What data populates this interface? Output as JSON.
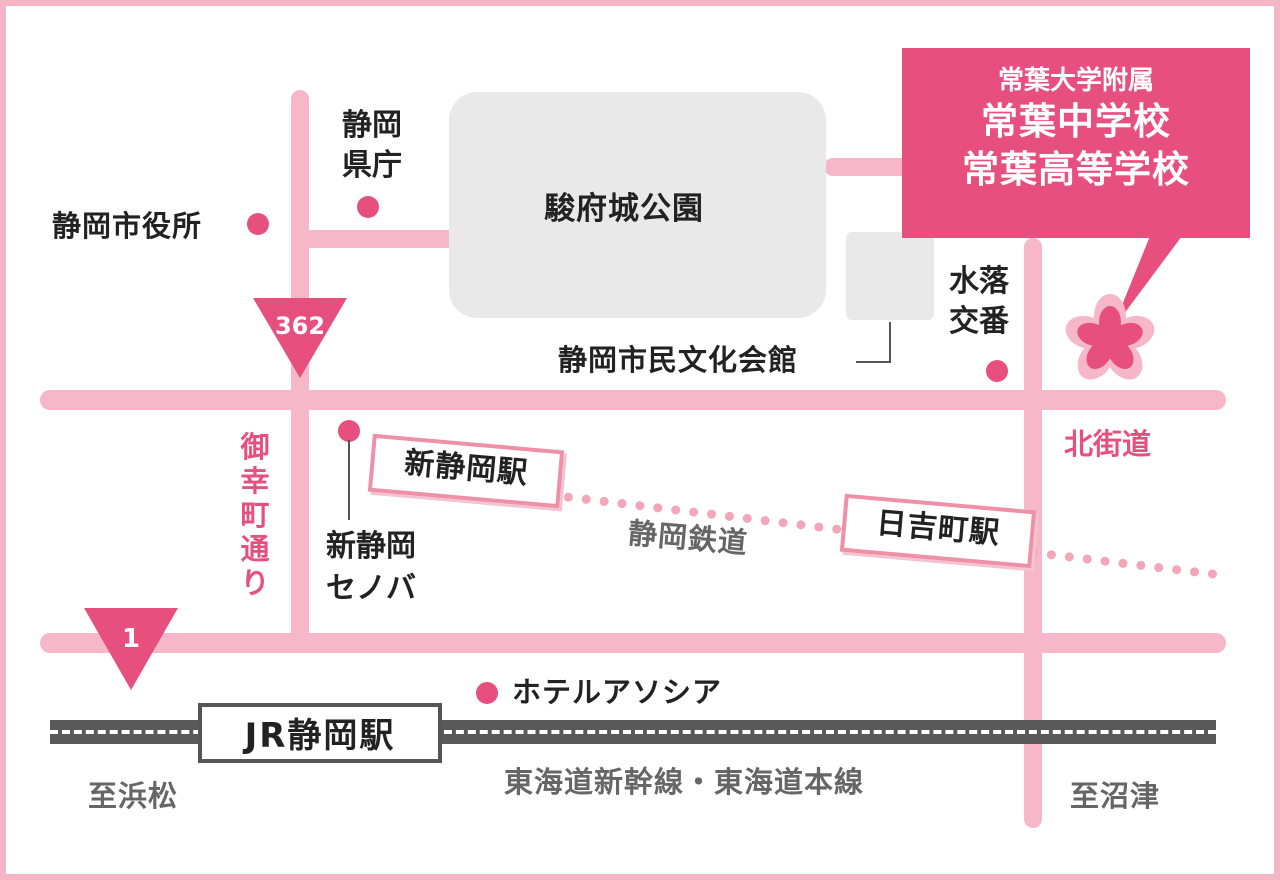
{
  "school": {
    "affiliation": "常葉大学附属",
    "line1": "常葉中学校",
    "line2": "常葉高等学校"
  },
  "landmarks": {
    "park": "駿府城公園",
    "city_hall": "静岡市役所",
    "pref_office": "静岡\n県庁",
    "culture_hall": "静岡市民文化会館",
    "police_box": "水落\n交番",
    "senoba": "新静岡\nセノバ",
    "hotel": "ホテルアソシア"
  },
  "roads": {
    "kita_kaido": "北街道",
    "gokomachi_street": "御幸町通り",
    "route_362": "362",
    "route_1": "1"
  },
  "railway": {
    "shin_shizuoka_station": "新静岡駅",
    "hiyoshicho_station": "日吉町駅",
    "shizuoka_railway": "静岡鉄道",
    "jr_station": "JR静岡駅",
    "jr_lines": "東海道新幹線・東海道本線",
    "to_hamamatsu": "至浜松",
    "to_numazu": "至沼津"
  },
  "colors": {
    "accent_pink": "#e7507e",
    "road_pink": "#f6b8c8",
    "rail_gray": "#595959"
  }
}
